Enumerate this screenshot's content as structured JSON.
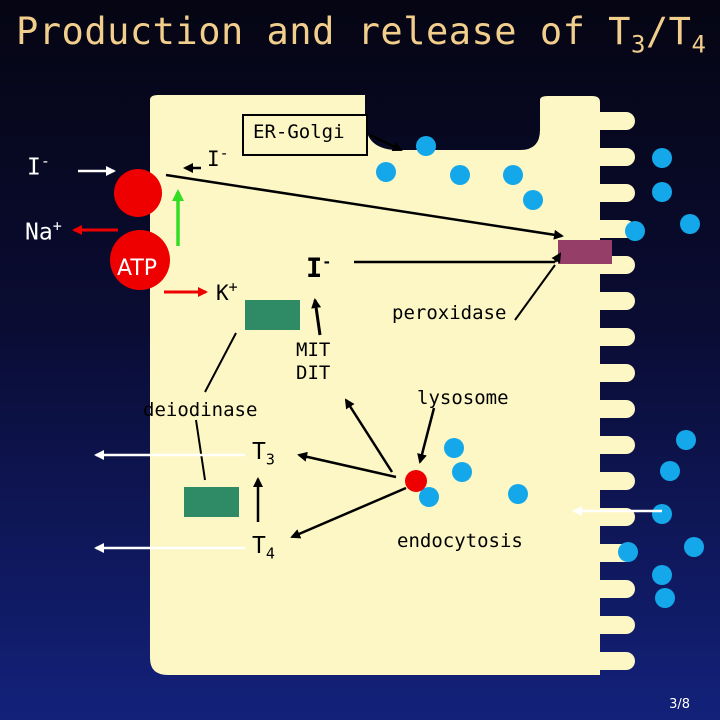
{
  "title": {
    "main": "Production and release of T",
    "sub1": "3",
    "sep": "/T",
    "sub2": "4"
  },
  "labels": {
    "iodide_out": {
      "base": "I",
      "sup": "-"
    },
    "iodide_in": {
      "base": "I",
      "sup": "-"
    },
    "sodium": {
      "base": "Na",
      "sup": "+"
    },
    "atp": "ATP",
    "potassium": {
      "base": "K",
      "sup": "+"
    },
    "iodide_center": {
      "base": "I",
      "sup": "-"
    },
    "er_golgi": "ER-Golgi",
    "peroxidase": "peroxidase",
    "mit": "MIT",
    "dit": "DIT",
    "deiodinase": "deiodinase",
    "lysosome": "lysosome",
    "t3": {
      "base": "T",
      "sub": "3"
    },
    "t4": {
      "base": "T",
      "sub": "4"
    },
    "endocytosis": "endocytosis"
  },
  "page_number": "3/8",
  "colors": {
    "cell": "#fcf7c5",
    "colloid_dot": "#14a8ea",
    "transporter": "#ee0000",
    "enzyme_green": "#2f8a66",
    "peroxidase_box": "#943e68",
    "arrow_green": "#33dd22",
    "arrow_red": "#ee0000",
    "title": "#f2ce8d"
  }
}
